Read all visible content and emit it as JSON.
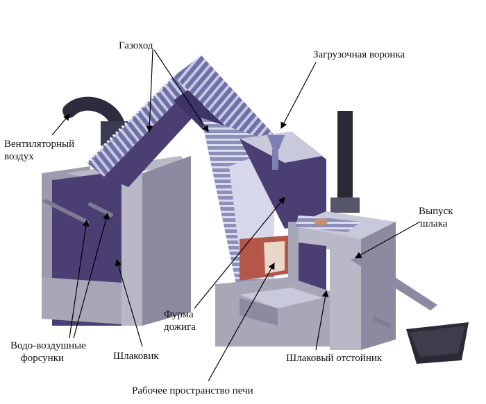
{
  "labels": {
    "gas_duct": "Газоход",
    "loading_funnel": "Загрузочная воронка",
    "fan_air_line1": "Вентиляторный",
    "fan_air_line2": "воздух",
    "slag_outlet_line1": "Выпуск",
    "slag_outlet_line2": "шлака",
    "afterburn_tuyere_line1": "Фурма",
    "afterburn_tuyere_line2": "дожига",
    "water_air_nozzles_line1": "Водо-воздушные",
    "water_air_nozzles_line2": "форсунки",
    "slag_box": "Шлаковик",
    "slag_settler": "Шлаковый отстойник",
    "furnace_space": "Рабочее пространство печи"
  },
  "colors": {
    "concrete_light": "#b9b8c6",
    "concrete_mid": "#9c9bad",
    "concrete_dark": "#7d7a93",
    "refractory_purple": "#4a3e72",
    "tube_blue": "#6f71a6",
    "tube_light": "#c7c9e2",
    "brick_red": "#b5564a",
    "leader": "#000000"
  }
}
